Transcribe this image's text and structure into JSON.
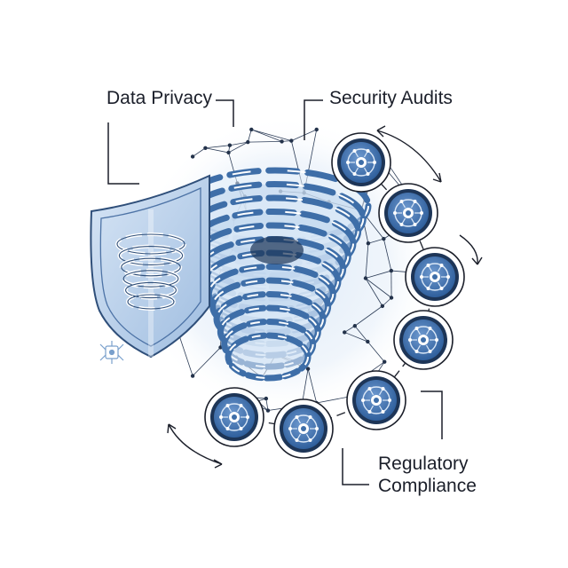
{
  "labels": {
    "data_privacy": "Data Privacy",
    "security_audits": "Security Audits",
    "regulatory_line1": "Regulatory",
    "regulatory_line2": "Compliance"
  },
  "colors": {
    "ink": "#1b1f2a",
    "primary_blue": "#3e6ea8",
    "mid_blue": "#6f97c8",
    "light_blue": "#bcd3ec",
    "pale_blue": "#e4eef9",
    "dark_navy": "#1d3557"
  },
  "icons": [
    "shield-icon",
    "vortex-icon",
    "network-mesh",
    "compliance-node-icon",
    "rotation-arrow-icon",
    "small-circuit-icon"
  ]
}
